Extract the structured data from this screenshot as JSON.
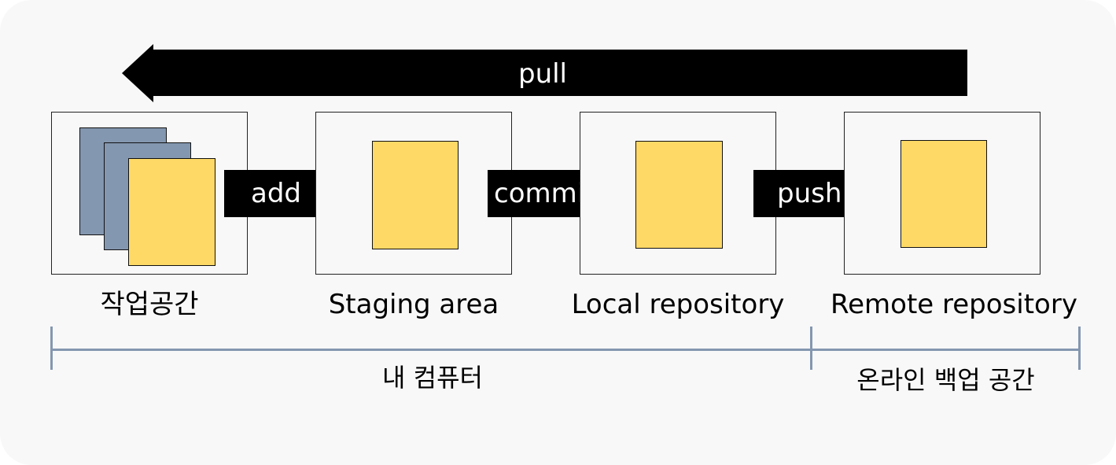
{
  "arrows": {
    "pull": "pull",
    "add": "add",
    "commit": "commit",
    "push": "push"
  },
  "stages": {
    "workspace": "작업공간",
    "staging": "Staging area",
    "local": "Local repository",
    "remote": "Remote repository"
  },
  "groups": {
    "my_computer": "내 컴퓨터",
    "online_backup": "온라인 백업 공간"
  },
  "colors": {
    "document": "#ffd966",
    "document_stack": "#8497b0",
    "arrow": "#000000",
    "bracket": "#8497b0"
  }
}
